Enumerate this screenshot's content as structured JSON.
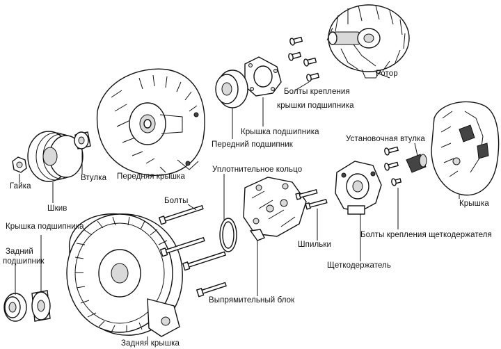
{
  "diagram": {
    "labels": {
      "rotor": "Ротор",
      "bearing_cover_bolts_l1": "Болты крепления",
      "bearing_cover_bolts_l2": "крышки подшипника",
      "bearing_cover": "Крышка подшипника",
      "front_bearing": "Передний подшипник",
      "mount_sleeve": "Установочная втулка",
      "housing_cover": "Крышка",
      "front_cover": "Передняя крышка",
      "nut": "Гайка",
      "sleeve": "Втулка",
      "pulley": "Шкив",
      "bearing_cover_rear": "Крышка подшипника",
      "rear_bearing_l1": "Задний",
      "rear_bearing_l2": "подшипник",
      "seal_ring": "Уплотнительное кольцо",
      "bolts": "Болты",
      "studs": "Шпильки",
      "brush_bolts": "Болты крепления щеткодержателя",
      "brush_holder": "Щеткодержатель",
      "rectifier": "Выпрямительный блок",
      "rear_cover": "Задняя крышка"
    }
  }
}
